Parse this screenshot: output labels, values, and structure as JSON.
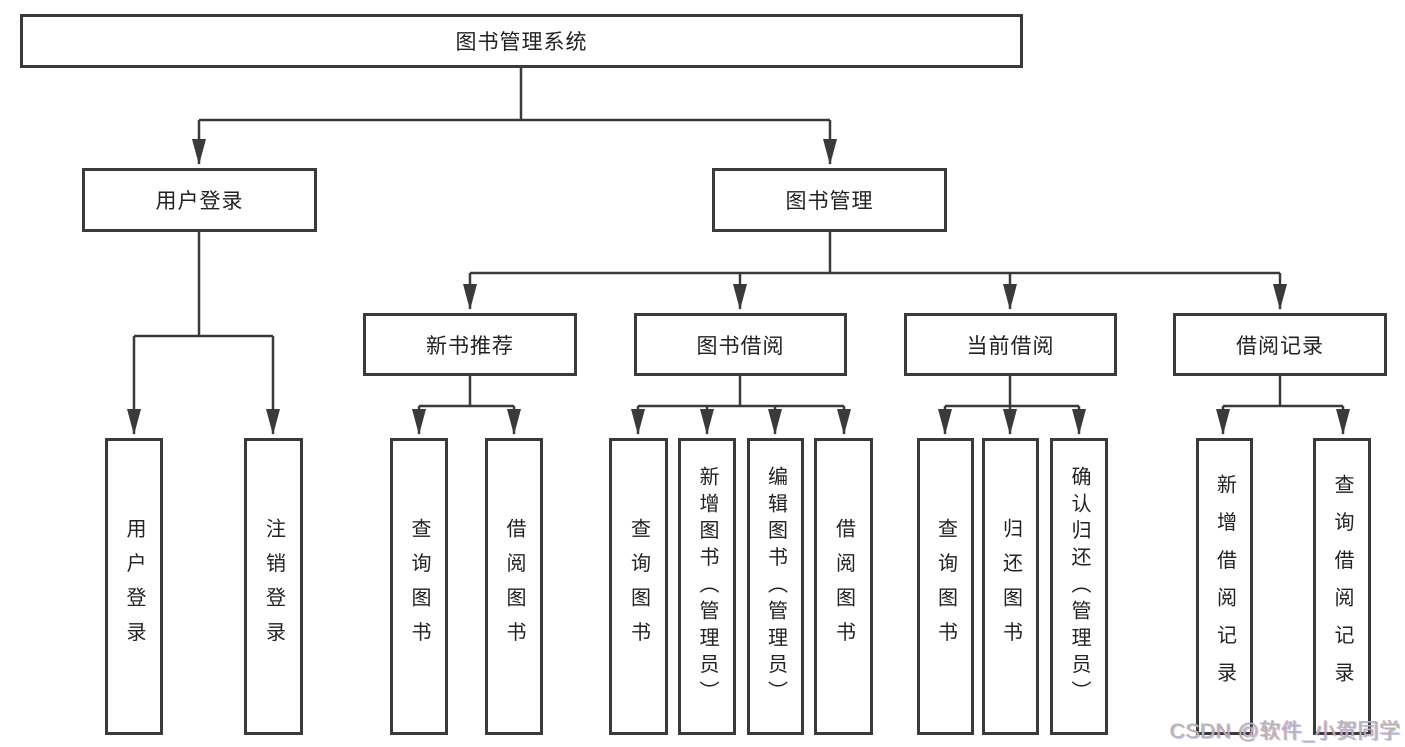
{
  "diagram": {
    "title": "图书管理系统",
    "colors": {
      "line": "#3a3a3a",
      "box_border": "#3a3a3a",
      "box_bg": "#ffffff",
      "text": "#222222",
      "watermark_text": "#b6b6b6"
    },
    "tree": {
      "root": {
        "label": "图书管理系统"
      },
      "level2": [
        {
          "label": "用户登录"
        },
        {
          "label": "图书管理"
        }
      ],
      "level3": [
        {
          "label": "新书推荐"
        },
        {
          "label": "图书借阅"
        },
        {
          "label": "当前借阅"
        },
        {
          "label": "借阅记录"
        }
      ],
      "leaves": {
        "user_login": [
          {
            "label": "用户登录"
          },
          {
            "label": "注销登录"
          }
        ],
        "new_book": [
          {
            "label": "查询图书"
          },
          {
            "label": "借阅图书"
          }
        ],
        "book_borrow": [
          {
            "label": "查询图书"
          },
          {
            "label": "新增图书（管理员）"
          },
          {
            "label": "编辑图书（管理员）"
          },
          {
            "label": "借阅图书"
          }
        ],
        "current_borrow": [
          {
            "label": "查询图书"
          },
          {
            "label": "归还图书"
          },
          {
            "label": "确认归还（管理员）"
          }
        ],
        "borrow_record": [
          {
            "label": "新增借阅记录"
          },
          {
            "label": "查询借阅记录"
          }
        ]
      }
    },
    "watermark": "CSDN @软件_小贺同学"
  }
}
